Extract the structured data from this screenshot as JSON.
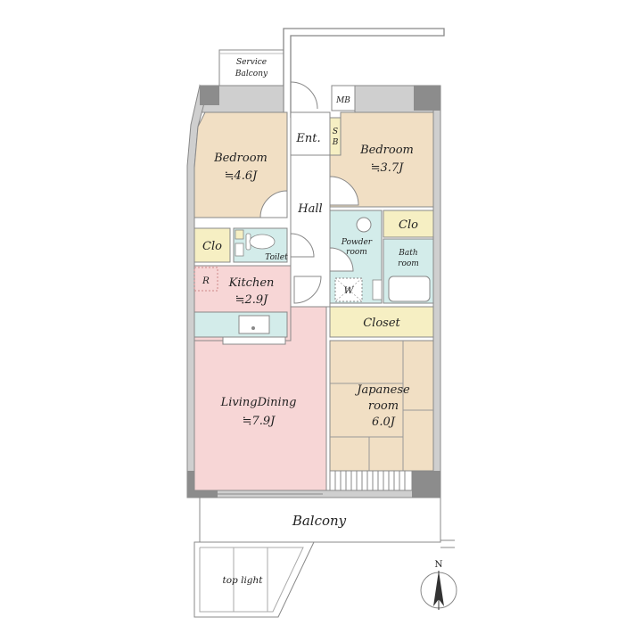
{
  "rooms": {
    "service_balcony": "Service Balcony",
    "bedroom_left": {
      "name": "Bedroom",
      "size": "≒4.6J"
    },
    "bedroom_right": {
      "name": "Bedroom",
      "size": "≒3.7J"
    },
    "entrance": "Ent.",
    "shoe_box": "SB",
    "meter_box": "MB",
    "hall": "Hall",
    "closet_left": "Clo",
    "closet_right": "Clo",
    "toilet": "Toilet",
    "powder_room": "Powder room",
    "bath_room": "Bath room",
    "washer": "W",
    "refrigerator": "R",
    "kitchen": {
      "name": "Kitchen",
      "size": "≒2.9J"
    },
    "closet": "Closet",
    "living_dining": {
      "name": "LivingDining",
      "size": "≒7.9J"
    },
    "japanese_room": {
      "name": "Japanese room",
      "size": "6.0J"
    },
    "balcony": "Balcony",
    "top_light": "top light",
    "compass": "N"
  },
  "colors": {
    "bedroom": "#f1dfc4",
    "wet_area": "#d3ecea",
    "closet": "#f6efc3",
    "kitchen_living": "#f7d6d6",
    "tatami": "#f1dfc4",
    "hallway": "#ffffff",
    "wall": "#888888",
    "pillar": "#8c8c8c"
  }
}
